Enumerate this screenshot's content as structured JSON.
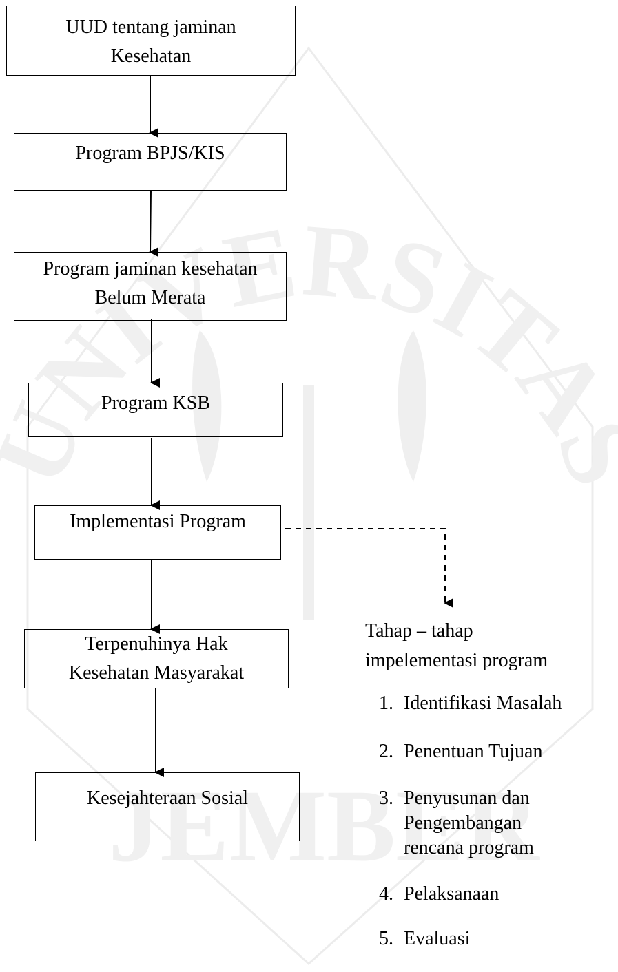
{
  "colors": {
    "line": "#000000",
    "watermark": "#e8e8e8"
  },
  "flow_boxes": [
    {
      "lines": [
        "UUD tentang jaminan",
        "Kesehatan"
      ]
    },
    {
      "lines": [
        "Program BPJS/KIS"
      ]
    },
    {
      "lines": [
        "Program jaminan kesehatan",
        "Belum Merata"
      ]
    },
    {
      "lines": [
        "Program KSB"
      ]
    },
    {
      "lines": [
        "Implementasi Program"
      ]
    },
    {
      "lines": [
        "Terpenuhinya Hak",
        "Kesehatan Masyarakat"
      ]
    },
    {
      "lines": [
        "Kesejahteraan Sosial"
      ]
    }
  ],
  "side_panel": {
    "heading_line1": "Tahap – tahap",
    "heading_line2": "impelementasi program",
    "items": [
      {
        "num": "1.",
        "lines": [
          "Identifikasi Masalah"
        ]
      },
      {
        "num": "2.",
        "lines": [
          "Penentuan Tujuan"
        ]
      },
      {
        "num": "3.",
        "lines": [
          "Penyusunan dan",
          "Pengembangan",
          "rencana program"
        ]
      },
      {
        "num": "4.",
        "lines": [
          "Pelaksanaan"
        ]
      },
      {
        "num": "5.",
        "lines": [
          "Evaluasi"
        ]
      }
    ]
  },
  "watermark": {
    "arc_text": "UNIVERSITAS",
    "bottom_text": "JEMBER"
  }
}
